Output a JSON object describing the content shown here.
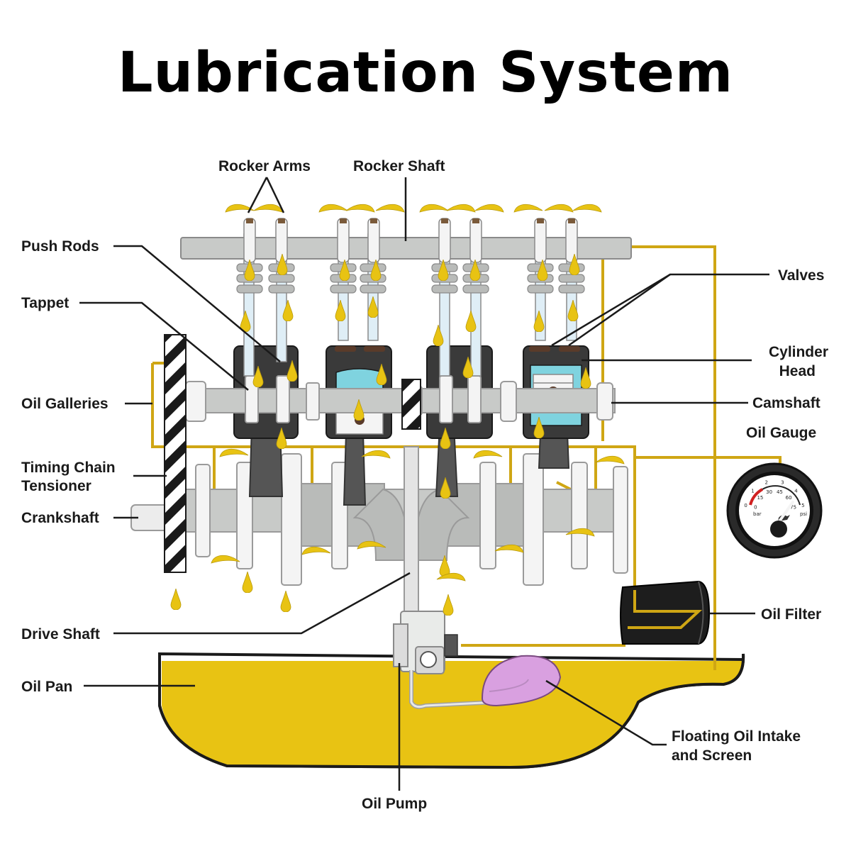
{
  "title": "Lubrication System",
  "labels": {
    "rocker_arms": "Rocker Arms",
    "rocker_shaft": "Rocker Shaft",
    "push_rods": "Push Rods",
    "tappet": "Tappet",
    "valves": "Valves",
    "cylinder_head_line1": "Cylinder",
    "cylinder_head_line2": "Head",
    "oil_galleries": "Oil Galleries",
    "camshaft": "Camshaft",
    "oil_gauge": "Oil Gauge",
    "timing_chain_line1": "Timing Chain",
    "timing_chain_line2": "Tensioner",
    "crankshaft": "Crankshaft",
    "drive_shaft": "Drive Shaft",
    "oil_filter": "Oil Filter",
    "oil_pan": "Oil Pan",
    "intake_line1": "Floating Oil Intake",
    "intake_line2": "and Screen",
    "oil_pump": "Oil Pump"
  },
  "gauge": {
    "bar_unit": "bar",
    "psi_unit": "psi",
    "bar_ticks": [
      "0",
      "1",
      "2",
      "3",
      "4",
      "5"
    ],
    "psi_ticks": [
      "0",
      "15",
      "30",
      "45",
      "60",
      "75"
    ]
  },
  "colors": {
    "oil": "#e8c313",
    "oil_line": "#cfa614",
    "metal_light": "#d6d8d6",
    "metal_dark": "#3a3a3a",
    "piston_blue": "#7fd3df",
    "intake_purple": "#d9a0e0"
  }
}
